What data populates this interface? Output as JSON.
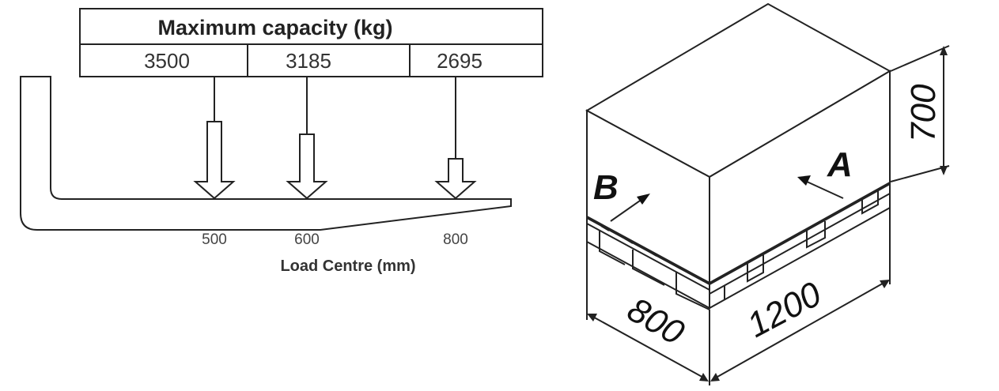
{
  "capacity_table": {
    "header": "Maximum capacity (kg)",
    "values": [
      "3500",
      "3185",
      "2695"
    ]
  },
  "load_centres": [
    "500",
    "600",
    "800"
  ],
  "load_centre_label": "Load Centre (mm)",
  "pallet": {
    "dim_length": "1200",
    "dim_width": "800",
    "dim_height": "700",
    "face_a": "A",
    "face_b": "B"
  }
}
